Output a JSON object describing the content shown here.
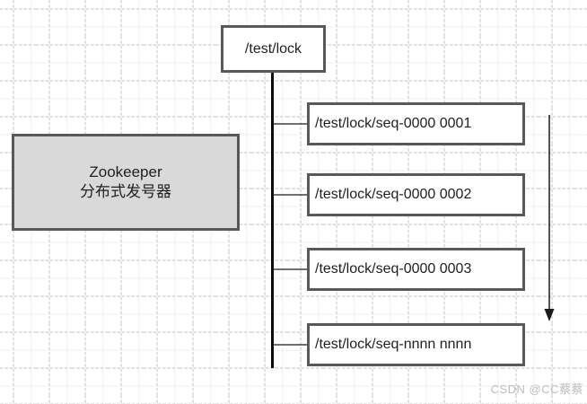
{
  "diagram": {
    "root": {
      "label": "/test/lock"
    },
    "zookeeper": {
      "title": "Zookeeper",
      "subtitle": "分布式发号器"
    },
    "children": [
      {
        "label": "/test/lock/seq-0000 0001"
      },
      {
        "label": "/test/lock/seq-0000 0002"
      },
      {
        "label": "/test/lock/seq-0000 0003"
      },
      {
        "label": "/test/lock/seq-nnnn nnnn"
      }
    ],
    "arrow": {
      "direction": "down"
    },
    "colors": {
      "box_border": "#595959",
      "node_fill": "#ffffff",
      "zookeeper_fill": "#d9d9d9",
      "connector_line": "#000000",
      "grid_major": "#c3c3c3",
      "grid_minor": "#dadada",
      "text": "#1f1f1f",
      "watermark": "#bdbdbd"
    },
    "watermark": "CSDN @CC蔡蔡"
  }
}
